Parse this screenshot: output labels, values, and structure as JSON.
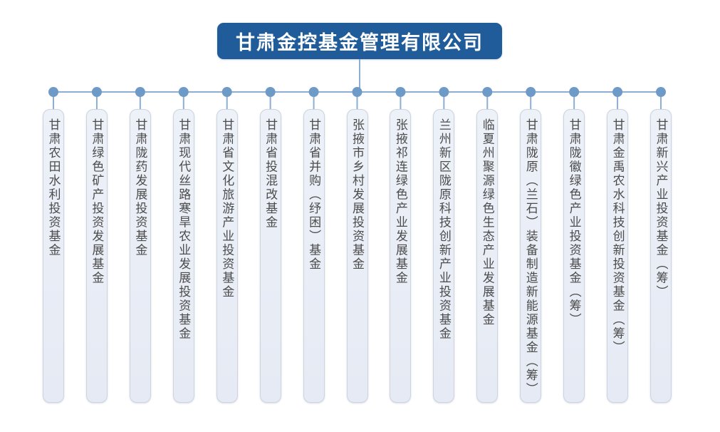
{
  "header": {
    "title": "甘肃金控基金管理有限公司"
  },
  "funds": [
    {
      "label": "甘肃农田水利投资基金"
    },
    {
      "label": "甘肃绿色矿产投资发展基金"
    },
    {
      "label": "甘肃陇药发展投资基金"
    },
    {
      "label": "甘肃现代丝路寒旱农业发展投资基金"
    },
    {
      "label": "甘肃省文化旅游产业投资基金"
    },
    {
      "label": "甘肃省投混改基金"
    },
    {
      "label": "甘肃省并购（纾困）基金"
    },
    {
      "label": "张掖市乡村发展投资基金"
    },
    {
      "label": "张掖祁连绿色产业发展基金"
    },
    {
      "label": "兰州新区陇原科技创新产业投资基金"
    },
    {
      "label": "临夏州聚源绿色生态产业发展基金"
    },
    {
      "label": "甘肃陇原（兰石）装备制造新能源基金（筹）"
    },
    {
      "label": "甘肃陇徽绿色产业投资基金（筹）"
    },
    {
      "label": "甘肃金禹农水科技创新投资基金（筹）"
    },
    {
      "label": "甘肃新兴产业投资基金（筹）"
    }
  ],
  "colors": {
    "header_bg": "#1F5C99",
    "header_text": "#FFFFFF",
    "connector_line": "#8CAED5",
    "connector_dot": "#6E9AC8",
    "box_bg_top": "#EDF1F8",
    "box_bg_bottom": "#E5EAF4",
    "box_border": "#CCD3E1",
    "box_text": "#4C4C4C"
  }
}
